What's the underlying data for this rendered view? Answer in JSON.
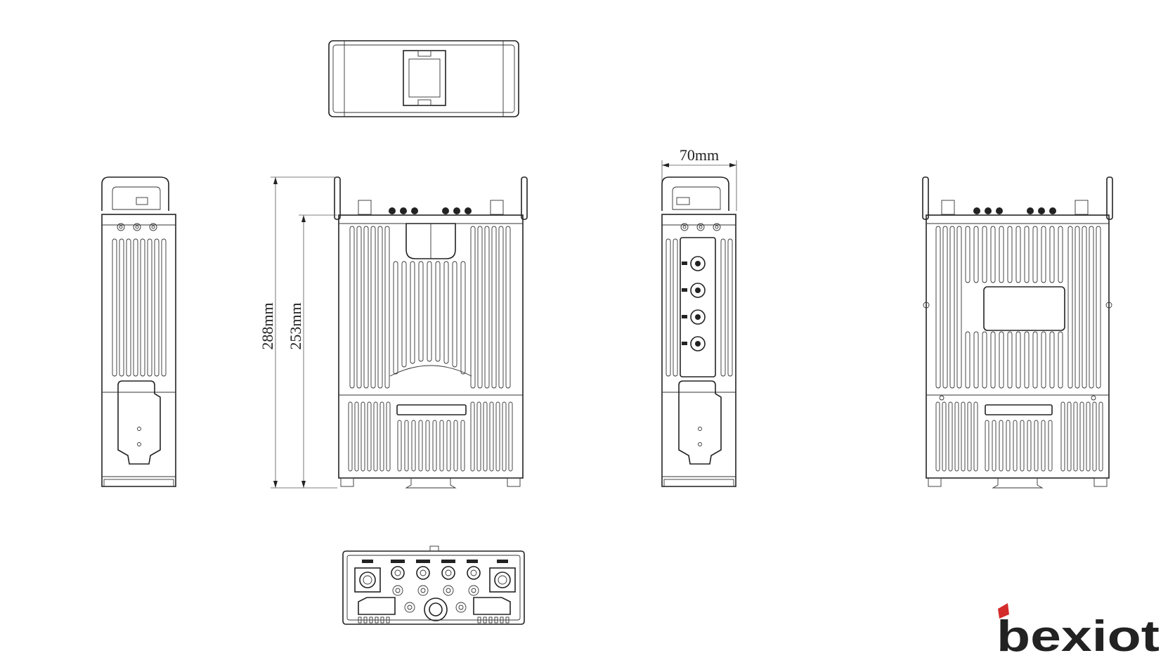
{
  "dimensions": {
    "width_label": "70mm",
    "height_overall_label": "288mm",
    "height_body_label": "253mm"
  },
  "brand": {
    "name": "bexiot",
    "colors": {
      "green": "#1a8a3c",
      "red": "#d42b2b",
      "line": "#222222"
    }
  },
  "views": [
    {
      "name": "top-view"
    },
    {
      "name": "left-side-view"
    },
    {
      "name": "front-view"
    },
    {
      "name": "right-side-view"
    },
    {
      "name": "back-view"
    },
    {
      "name": "bottom-view"
    }
  ]
}
